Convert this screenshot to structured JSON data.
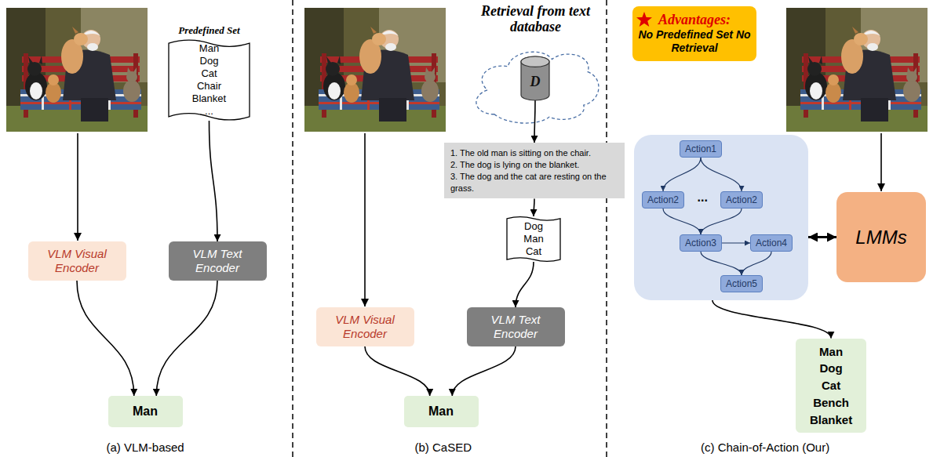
{
  "diagram": {
    "nodes": [
      {
        "text": [
          "Predefined Set",
          "Man Dog Cat Chair Blanket ..."
        ]
      },
      {
        "text": [
          "VLM Visual Encoder"
        ]
      },
      {
        "text": [
          "VLM Text Encoder"
        ]
      },
      {
        "text": [
          "Man"
        ]
      },
      {
        "text": [
          "Retrieval from text database"
        ]
      },
      {
        "text": [
          "D"
        ],
        "in": 4
      },
      {
        "text": [
          "1. The old man is sitting on the chair.",
          "2. The dog is lying on the blanket.",
          "3. The dog and the cat are resting on the grass."
        ]
      },
      {
        "text": [
          "Dog Man Cat"
        ]
      },
      {
        "text": [
          "VLM Visual Encoder"
        ]
      },
      {
        "text": [
          "VLM Text Encoder"
        ]
      },
      {
        "text": [
          "Man"
        ]
      },
      {
        "text": [
          "Advantages:",
          "No Predefined Set No Retrieval"
        ]
      },
      {
        "text": []
      },
      {
        "text": [
          "Action1"
        ],
        "in": 12
      },
      {
        "text": [
          "Action2"
        ],
        "in": 12
      },
      {
        "text": [
          "Action2"
        ],
        "in": 12
      },
      {
        "text": [
          "Action3"
        ],
        "in": 12
      },
      {
        "text": [
          "Action4"
        ],
        "in": 12
      },
      {
        "text": [
          "Action5"
        ],
        "in": 12
      },
      {
        "text": [
          "LMMs"
        ]
      },
      {
        "text": [
          "Man Dog Cat Bench Blanket"
        ]
      }
    ],
    "edges": [
      {
        "from": 0,
        "to": 2,
        "arrow": "to"
      },
      {
        "from": 1,
        "to": 3,
        "arrow": "to"
      },
      {
        "from": 2,
        "to": 3,
        "arrow": "to"
      },
      {
        "from": 5,
        "to": 6,
        "arrow": "to"
      },
      {
        "from": 6,
        "to": 7,
        "arrow": "to"
      },
      {
        "from": 7,
        "to": 9,
        "arrow": "to"
      },
      {
        "from": 8,
        "to": 10,
        "arrow": "to"
      },
      {
        "from": 9,
        "to": 10,
        "arrow": "to"
      },
      {
        "from": 13,
        "to": 14,
        "arrow": "to"
      },
      {
        "from": 13,
        "to": 15,
        "arrow": "to"
      },
      {
        "from": 14,
        "to": 16,
        "arrow": "to"
      },
      {
        "from": 15,
        "to": 16,
        "arrow": "to"
      },
      {
        "from": 16,
        "to": 17,
        "arrow": "to"
      },
      {
        "from": 16,
        "to": 18,
        "arrow": "to"
      },
      {
        "from": 17,
        "to": 18,
        "arrow": "to"
      },
      {
        "from": 12,
        "to": 19,
        "arrow": "both"
      },
      {
        "from": 12,
        "to": 20,
        "arrow": "to"
      }
    ],
    "labels": [
      "...",
      "(a) VLM-based",
      "(b) CaSED",
      "(c) Chain-of-Action (Our)"
    ]
  }
}
